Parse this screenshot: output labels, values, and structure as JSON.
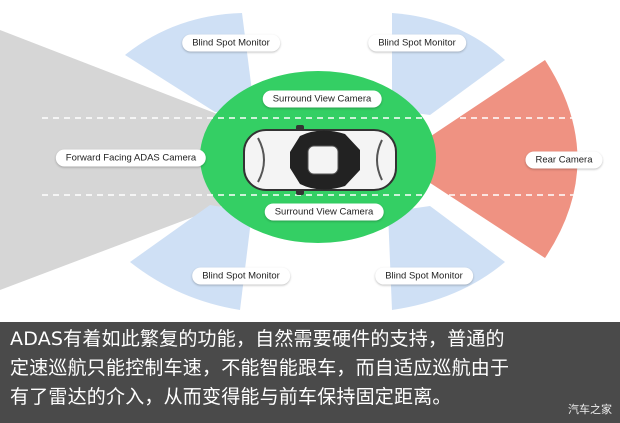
{
  "colors": {
    "forward_zone": "#d6d6d6",
    "rear_zone": "#ef9282",
    "blind_spot": "#cfe0f5",
    "surround_ring": "#34cf64",
    "caption_bg": "#4a4a4a",
    "dashed_line": "#ffffff"
  },
  "labels": {
    "blind_spot_top_left": "Blind Spot Monitor",
    "blind_spot_top_right": "Blind Spot Monitor",
    "blind_spot_bottom_left": "Blind Spot Monitor",
    "blind_spot_bottom_right": "Blind Spot Monitor",
    "surround_top": "Surround View Camera",
    "surround_bottom": "Surround View Camera",
    "forward": "Forward Facing ADAS Camera",
    "rear": "Rear Camera"
  },
  "caption": {
    "line1": "ADAS有着如此繁复的功能，自然需要硬件的支持，普通的",
    "line2": "定速巡航只能控制车速，不能智能跟车，而自适应巡航由于",
    "line3": "有了雷达的介入，从而变得能与前车保持固定距离。"
  },
  "watermark": "汽车之家",
  "icons": {
    "vehicle": "car-top-view-icon"
  }
}
